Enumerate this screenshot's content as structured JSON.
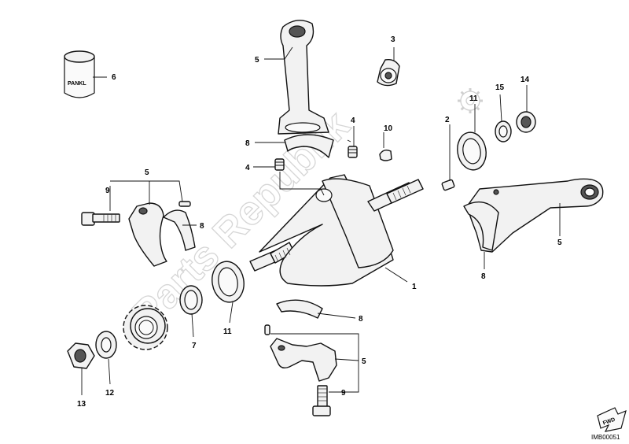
{
  "drawing_id": "IMB00051",
  "watermark": "Parts Republik",
  "cap_text": "PANKL",
  "fwd_text": "FWD",
  "callouts": {
    "c1": "1",
    "c2": "2",
    "c3": "3",
    "c4a": "4",
    "c4b": "4",
    "c5a": "5",
    "c5b": "5",
    "c5c": "5",
    "c5d": "5",
    "c6": "6",
    "c7": "7",
    "c8a": "8",
    "c8b": "8",
    "c8c": "8",
    "c8d": "8",
    "c9a": "9",
    "c9b": "9",
    "c10": "10",
    "c11a": "11",
    "c11b": "11",
    "c12": "12",
    "c13": "13",
    "c14": "14",
    "c15": "15"
  }
}
